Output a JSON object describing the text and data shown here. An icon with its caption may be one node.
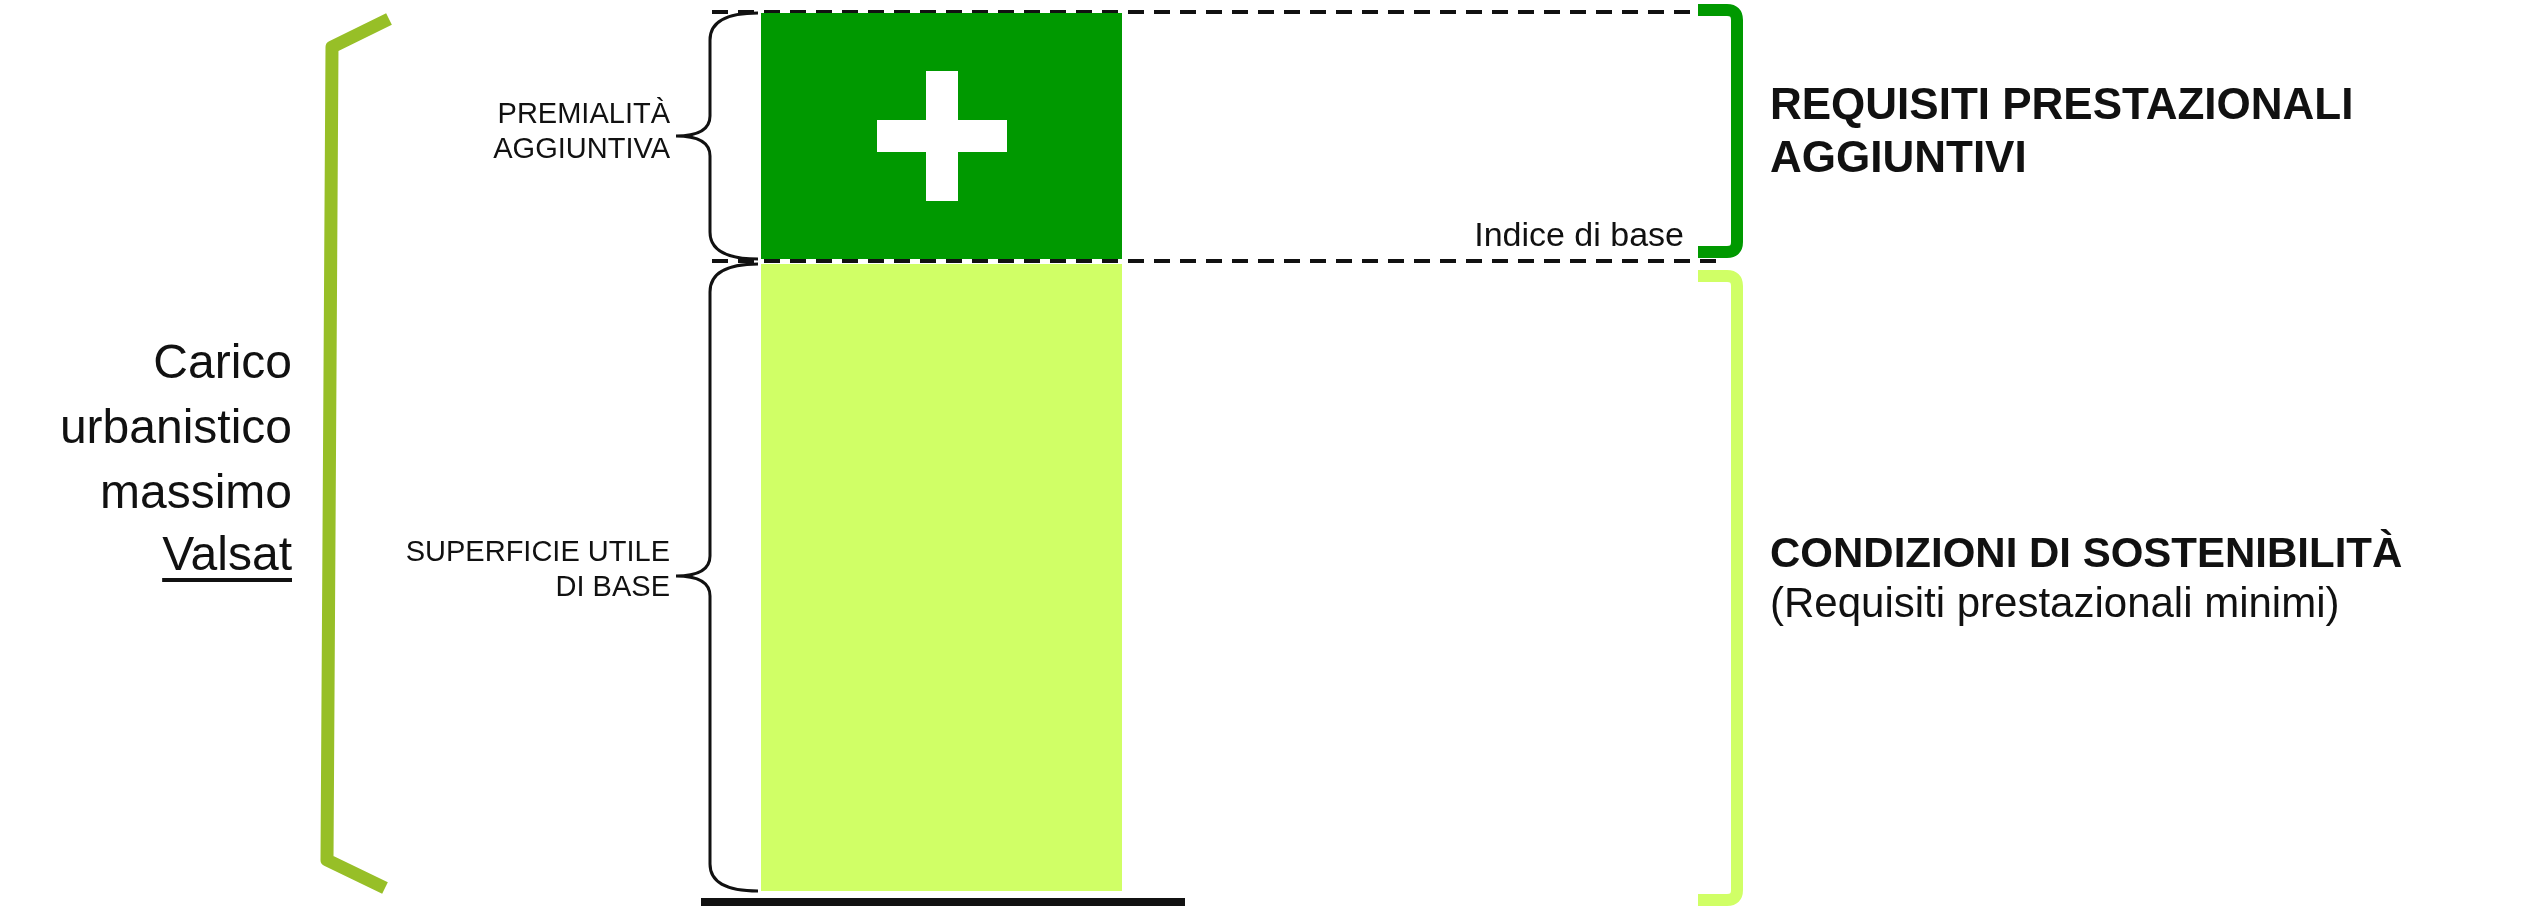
{
  "diagram": {
    "nodes": [
      {
        "text": [],
        "shape": "bar"
      },
      {
        "text": [],
        "shape": "bar"
      }
    ],
    "labels": [
      "PREMIALITÀ AGGIUNTIVA",
      "REQUISITI PRESTAZIONALI AGGIUNTIVI",
      "Indice di base",
      "Carico urbanistico massimo",
      "Valsat",
      "SUPERFICIE UTILE DI BASE",
      "CONDIZIONI DI SOSTENIBILITÀ",
      "(Requisiti prestazionali minimi)"
    ]
  }
}
